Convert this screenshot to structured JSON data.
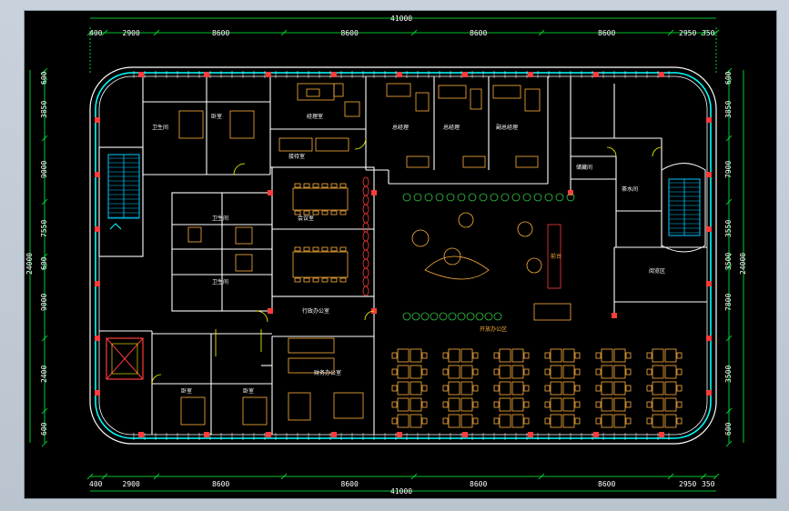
{
  "colors": {
    "background": "#000000",
    "frame": "#c6cfd9",
    "dimension": "#00ff3c",
    "wall": "#ffffff",
    "glazing": "#00ffff",
    "column": "#ff3b3b",
    "furniture": "#ffb13b",
    "stair": "#00c8ff",
    "door": "#ffff00",
    "planting": "#34c242"
  },
  "dimensions": {
    "overall": "41000",
    "top_segments": [
      "400",
      "2900",
      "8600",
      "8600",
      "8600",
      "8600",
      "2950",
      "350"
    ],
    "bottom_segments": [
      "400",
      "2900",
      "8600",
      "8600",
      "8600",
      "8600",
      "2950",
      "350"
    ],
    "left_overall": "24000",
    "left_segments": [
      "600",
      "3850",
      "9000",
      "7550",
      "600",
      "9000",
      "2400",
      "600"
    ],
    "right_overall": "24000",
    "right_segments": [
      "600",
      "3850",
      "7900",
      "3550",
      "3500",
      "7800",
      "3500",
      "600"
    ]
  },
  "rooms": {
    "office_a": "经理室",
    "office_b": "总经理",
    "office_c": "副总经理",
    "reception": "接待室",
    "meeting": "会议室",
    "admin_office": "行政办公室",
    "finance_office": "财务办公室",
    "open_office": "开放办公区",
    "front_desk": "前台",
    "bathroom": "卫生间",
    "bedroom": "卧室",
    "storage": "储藏间",
    "tea_room": "茶水间",
    "reading": "阅览区"
  }
}
